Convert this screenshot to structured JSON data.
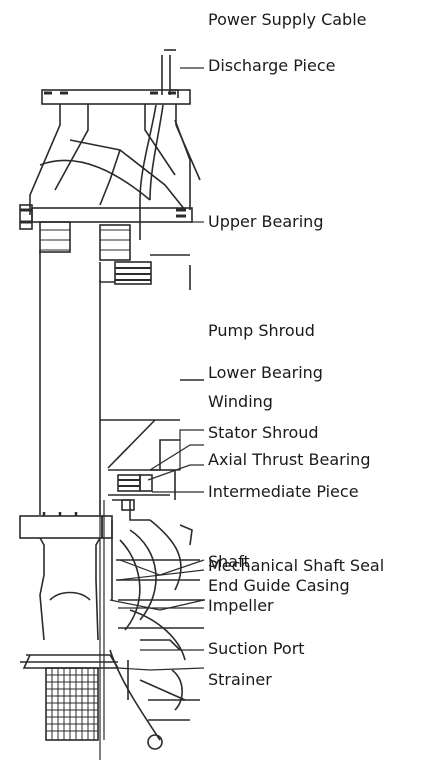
{
  "diagram": {
    "labels": [
      {
        "id": "power-supply-cable",
        "text": "Power Supply Cable"
      },
      {
        "id": "discharge-piece",
        "text": "Discharge Piece"
      },
      {
        "id": "upper-bearing",
        "text": "Upper Bearing"
      },
      {
        "id": "pump-shroud",
        "text": "Pump Shroud"
      },
      {
        "id": "lower-bearing",
        "text": "Lower Bearing"
      },
      {
        "id": "winding",
        "text": "Winding"
      },
      {
        "id": "stator-shroud",
        "text": "Stator Shroud"
      },
      {
        "id": "axial-thrust-bearing",
        "text": "Axial Thrust Bearing"
      },
      {
        "id": "intermediate-piece",
        "text": "Intermediate Piece"
      },
      {
        "id": "shaft",
        "text": "Shaft"
      },
      {
        "id": "mechanical-shaft-seal",
        "text": "Mechanical Shaft Seal"
      },
      {
        "id": "end-guide-casing",
        "text": "End Guide Casing"
      },
      {
        "id": "impeller",
        "text": "Impeller"
      },
      {
        "id": "suction-port",
        "text": "Suction Port"
      },
      {
        "id": "strainer",
        "text": "Strainer"
      }
    ]
  }
}
